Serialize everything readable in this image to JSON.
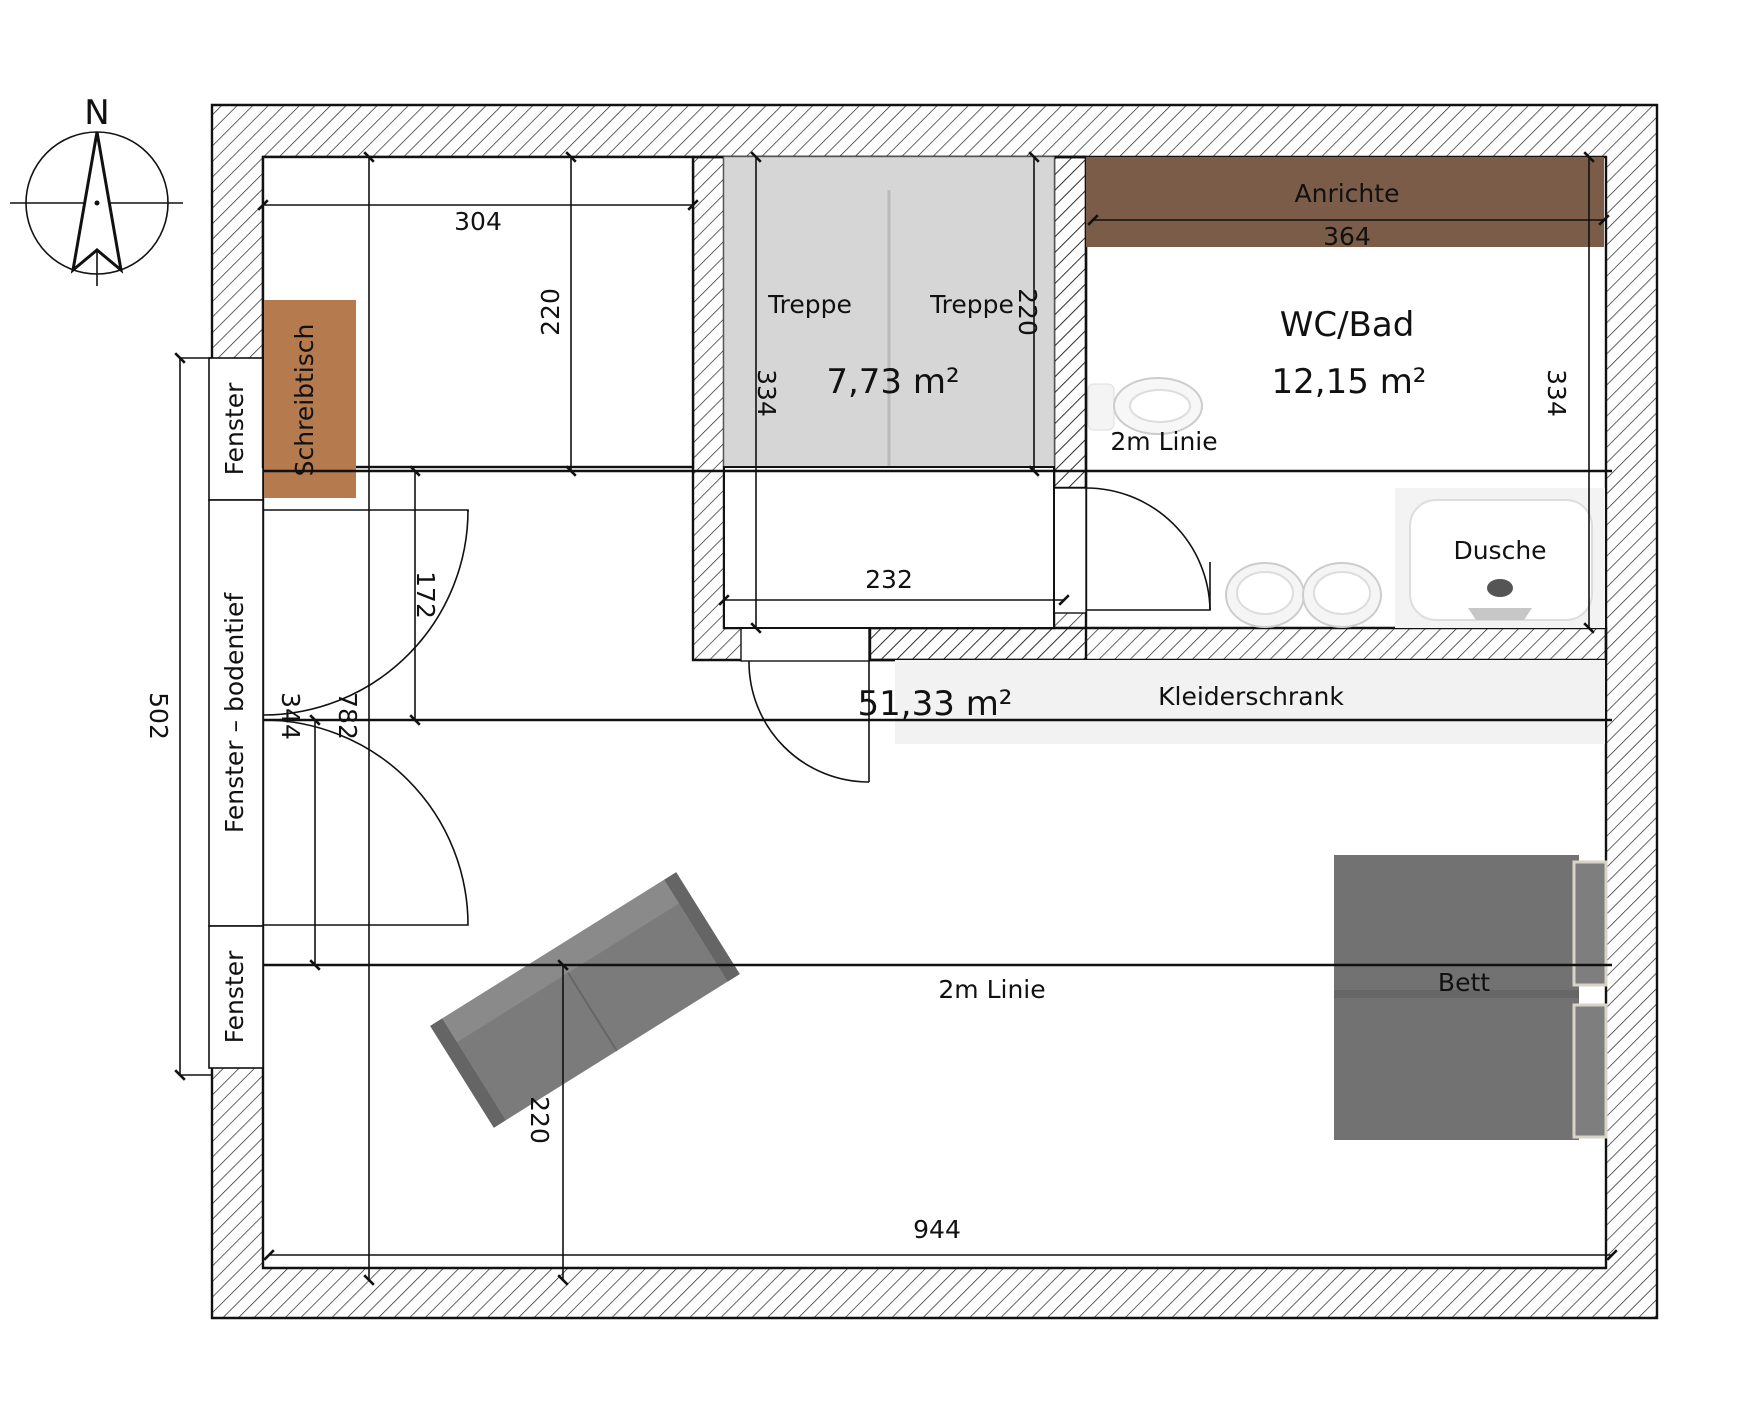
{
  "compass": {
    "north_label": "N"
  },
  "rooms": [
    {
      "name": "Treppe",
      "area": "7,73 m²"
    },
    {
      "name": "WC/Bad",
      "area": "12,15 m²"
    },
    {
      "name": "",
      "area": "51,33 m²"
    }
  ],
  "labels": {
    "treppe_left": "Treppe",
    "treppe_right": "Treppe",
    "wc_bad": "WC/Bad",
    "anrichte": "Anrichte",
    "dusche": "Dusche",
    "kleiderschrank": "Kleiderschrank",
    "bett": "Bett",
    "schreibtisch": "Schreibtisch",
    "linie_bath": "2m Linie",
    "linie_main": "2m Linie",
    "fenster_top": "Fenster",
    "fenster_mid": "Fenster – bodentief",
    "fenster_bottom": "Fenster"
  },
  "dimensions": {
    "d304": "304",
    "d220_top": "220",
    "d364": "364",
    "d334_stair": "334",
    "d220_stair": "220",
    "d334_bath": "334",
    "d232": "232",
    "d172": "172",
    "d344": "344",
    "d782": "782",
    "d502": "502",
    "d220_sofa": "220",
    "d944": "944"
  },
  "colors": {
    "wall_hatch": "#111111",
    "stair_fill": "#d6d6d6",
    "anrichte_fill": "#7a5c48",
    "desk_fill": "#b57a4e",
    "wardrobe_fill": "#f2f2f2",
    "furniture_fill": "#707070"
  }
}
